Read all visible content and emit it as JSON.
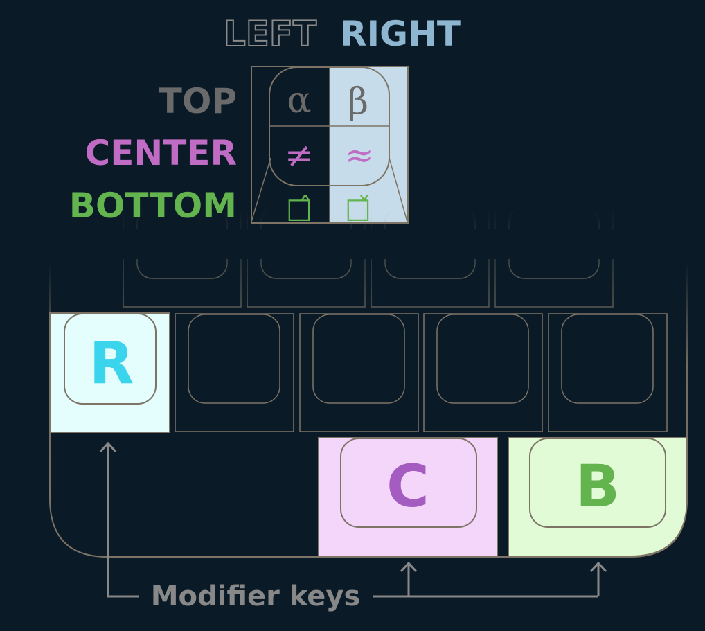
{
  "header": {
    "left_label": "LEFT",
    "right_label": "RIGHT"
  },
  "rows": {
    "top_label": "TOP",
    "center_label": "CENTER",
    "bottom_label": "BOTTOM"
  },
  "legend_glyphs": {
    "top_left": "α",
    "top_right": "β",
    "center_left": "≠",
    "center_right": "≈",
    "bottom_left": "□̂",
    "bottom_right": "□̌"
  },
  "keys": {
    "r_key": "R",
    "c_key": "C",
    "b_key": "B"
  },
  "callout": {
    "text": "Modifier keys"
  },
  "colors": {
    "background": "#0a1a26",
    "outline": "#7d7466",
    "top": "#6a6a6a",
    "center": "#c06cc4",
    "bottom": "#63b34e",
    "right": "#8fb6d0",
    "right_fill": "#c6dcea",
    "r_fill": "#e4fdfd",
    "r_text": "#3ad4ec",
    "c_fill": "#f4d6fa",
    "c_text": "#a45cc0",
    "b_fill": "#e1fbd6",
    "b_text": "#63b34e",
    "callout": "#888888"
  }
}
